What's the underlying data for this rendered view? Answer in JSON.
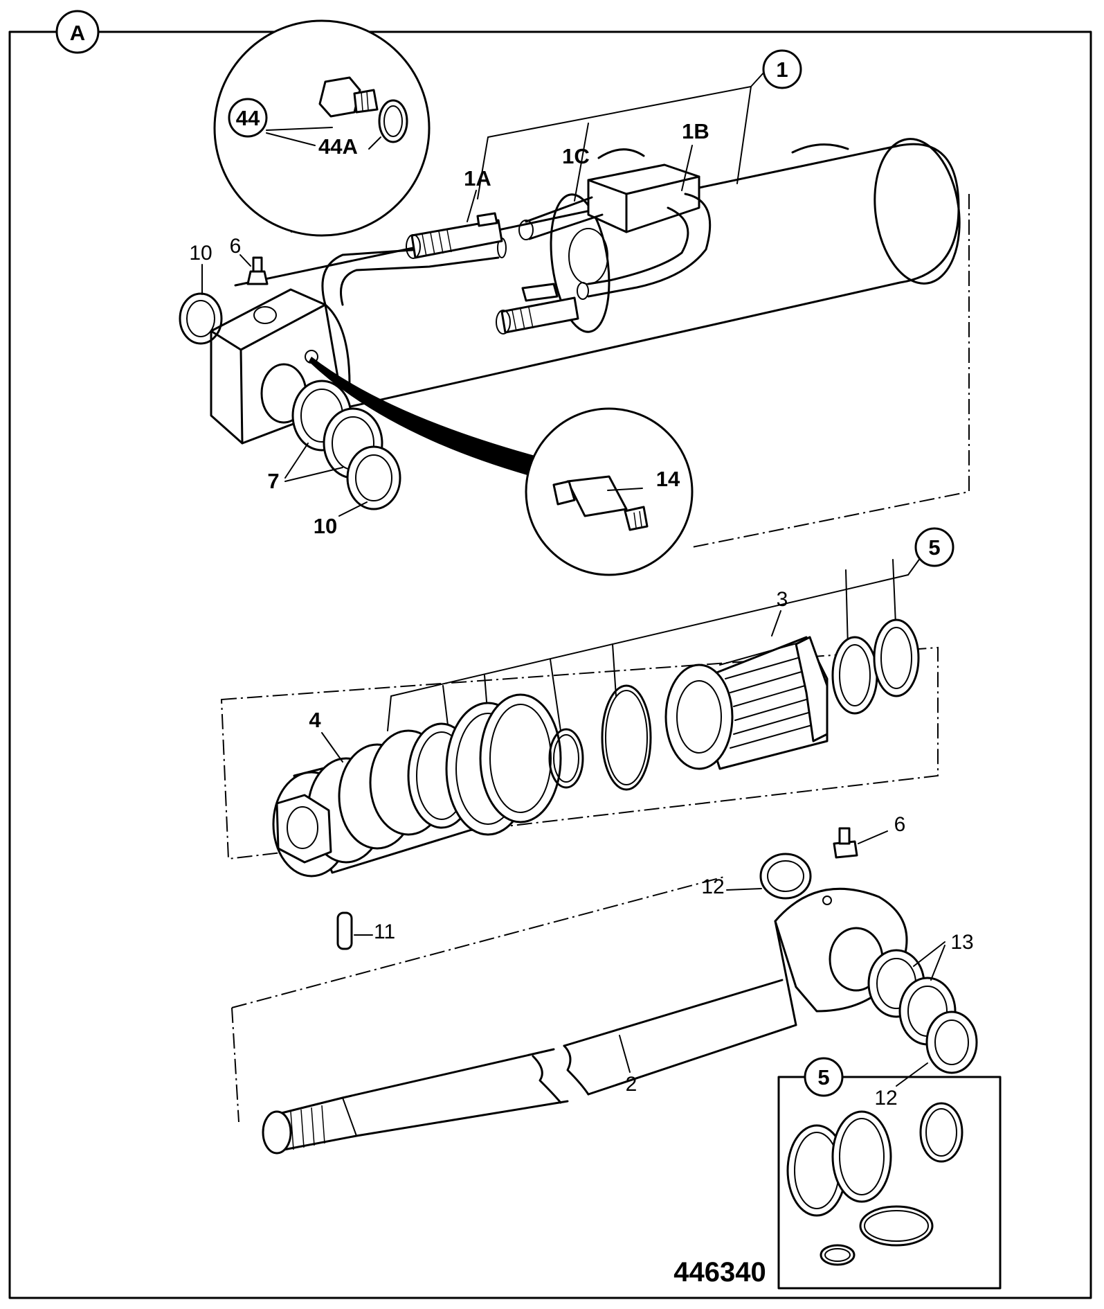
{
  "callouts": {
    "view": "A",
    "kit1": "1",
    "kit5a": "5",
    "kit5b": "5",
    "p44": "44",
    "p44a": "44A",
    "p1a": "1A",
    "p1b": "1B",
    "p1c": "1C",
    "p10a": "10",
    "p10b": "10",
    "p6a": "6",
    "p6b": "6",
    "p7": "7",
    "p14": "14",
    "p3": "3",
    "p4": "4",
    "p11": "11",
    "p12a": "12",
    "p12b": "12",
    "p13": "13",
    "p2": "2"
  },
  "drawing_number": "446340"
}
